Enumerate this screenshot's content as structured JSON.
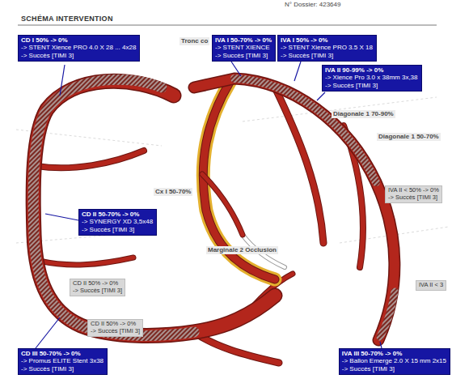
{
  "diagram": {
    "title": "SCHÉMA INTERVENTION",
    "nodes": [
      {
        "text": [
          "CD I 50% -> 0%",
          "-> STENT Xience PRO 4.0 X 28 ... 4x28",
          "-> Succès [TIMI 3]"
        ]
      },
      {
        "text": [
          "IVA I 50-70% -> 0%",
          "-> STENT XIENCE",
          "-> Succès [TIMI 3]"
        ]
      },
      {
        "text": [
          "IVA I 50% -> 0%",
          "-> STENT Xience PRO 3.5 X 18",
          "-> Succès [TIMI 3]"
        ]
      },
      {
        "text": [
          "IVA II 90-99% -> 0%",
          "-> Xience Pro 3.0 x 38mm 3x,38",
          "-> Succès [TIMI 3]"
        ]
      },
      {
        "text": [
          "IVA II < 50% -> 0%",
          "-> Succès [TIMI 3]"
        ]
      },
      {
        "text": [
          "CD II 50-70% -> 0%",
          "-> SYNERGY XD 3,5x48",
          "-> Succès [TIMI 3]"
        ]
      },
      {
        "text": [
          "CD II 50% -> 0%",
          "-> Succès [TIMI 3]"
        ]
      },
      {
        "text": [
          "CD II 50% -> 0%",
          "-> Succès [TIMI 3]"
        ]
      },
      {
        "text": [
          "IVA II < 3"
        ]
      },
      {
        "text": [
          "CD III 50-70% -> 0%",
          "-> Promus ELITE Stent 3x38",
          "-> Succès [TIMI 3]"
        ]
      },
      {
        "text": [
          "IVA III 50-70% -> 0%",
          "-> Ballon Emerge 2.0 X 15 mm 2x15",
          "-> Succès [TIMI 3]"
        ]
      }
    ],
    "labels": [
      "N° Dossier: 423649",
      "Tronc co",
      "Diagonale 1 70-90%",
      "Diagonale 1 50-70%",
      "Cx I 50-70%",
      "Marginale 2 Occlusion"
    ]
  }
}
